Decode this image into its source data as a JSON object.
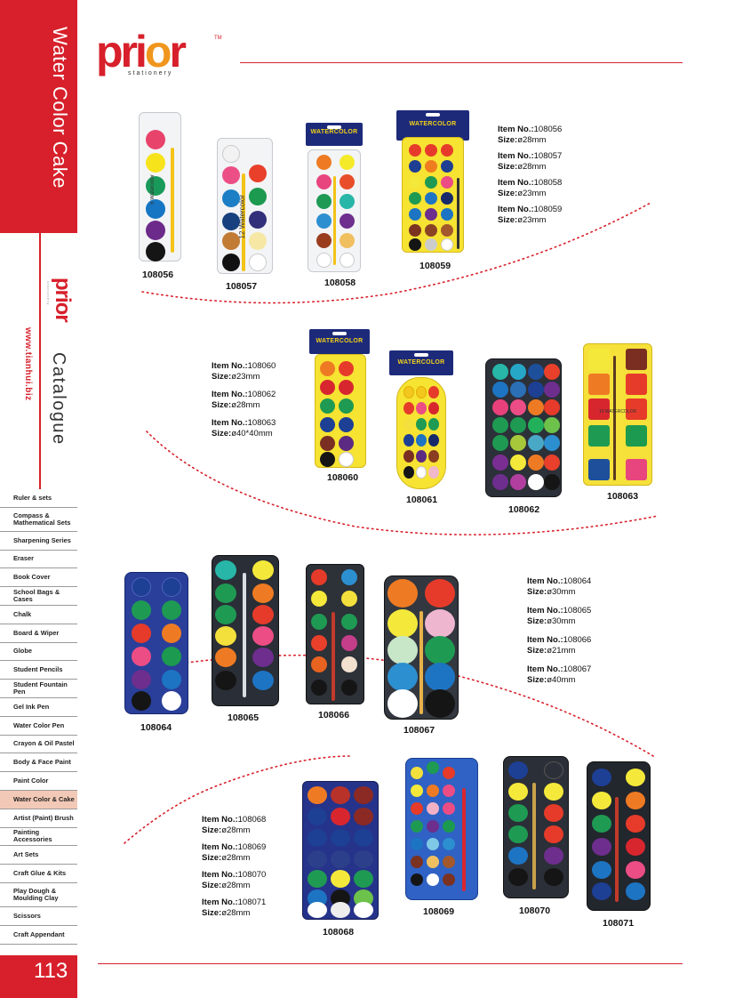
{
  "sidebar": {
    "section_title": "Water Color Cake",
    "brand": "prior",
    "brand_sub": "stationery",
    "website": "www.tianhui.biz",
    "catalogue": "Catalogue",
    "page_number": "113",
    "categories": [
      {
        "label": "Ruler & sets"
      },
      {
        "label": "Compass & Mathematical Sets"
      },
      {
        "label": "Sharpening Series"
      },
      {
        "label": "Eraser"
      },
      {
        "label": "Book Cover"
      },
      {
        "label": "School Bags & Cases"
      },
      {
        "label": "Chalk"
      },
      {
        "label": "Board & Wiper"
      },
      {
        "label": "Globe"
      },
      {
        "label": "Student Pencils"
      },
      {
        "label": "Student Fountain Pen"
      },
      {
        "label": "Gel Ink Pen"
      },
      {
        "label": "Water Color Pen"
      },
      {
        "label": "Crayon & Oil Pastel"
      },
      {
        "label": "Body & Face Paint"
      },
      {
        "label": "Paint Color"
      },
      {
        "label": "Water Color & Cake"
      },
      {
        "label": "Artist (Paint) Brush"
      },
      {
        "label": "Painting Accessories"
      },
      {
        "label": "Art Sets"
      },
      {
        "label": "Craft Glue & Kits"
      },
      {
        "label": "Play Dough & Moulding Clay"
      },
      {
        "label": "Scissors"
      },
      {
        "label": "Craft Appendant"
      }
    ],
    "active_category": "Water Color & Cake"
  },
  "header": {
    "logo_text_a": "pri",
    "logo_text_b": "o",
    "logo_text_c": "r",
    "logo_tm": "TM",
    "logo_sub": "stationery"
  },
  "labels": {
    "item_no": "Item No.:",
    "size": "Size:"
  },
  "packaging_text": "WATERCOLOR",
  "tray_texts": {
    "108056": "6 Watercolor",
    "108057": "12 Watercolor",
    "108063": "10 WATERCOLOR"
  },
  "groups": [
    {
      "specs": [
        {
          "item": "108056",
          "size": "ø28mm"
        },
        {
          "item": "108057",
          "size": "ø28mm"
        },
        {
          "item": "108058",
          "size": "ø23mm"
        },
        {
          "item": "108059",
          "size": "ø23mm"
        }
      ]
    },
    {
      "specs": [
        {
          "item": "108060",
          "size": "ø23mm"
        },
        {
          "item": "108062",
          "size": "ø28mm"
        },
        {
          "item": "108063",
          "size": "ø40*40mm"
        }
      ]
    },
    {
      "specs": [
        {
          "item": "108064",
          "size": "ø30mm"
        },
        {
          "item": "108065",
          "size": "ø30mm"
        },
        {
          "item": "108066",
          "size": "ø21mm"
        },
        {
          "item": "108067",
          "size": "ø40mm"
        }
      ]
    },
    {
      "specs": [
        {
          "item": "108068",
          "size": "ø28mm"
        },
        {
          "item": "108069",
          "size": "ø28mm"
        },
        {
          "item": "108070",
          "size": "ø28mm"
        },
        {
          "item": "108071",
          "size": "ø28mm"
        }
      ]
    }
  ],
  "products": [
    {
      "code": "108056"
    },
    {
      "code": "108057"
    },
    {
      "code": "108058"
    },
    {
      "code": "108059"
    },
    {
      "code": "108060"
    },
    {
      "code": "108061"
    },
    {
      "code": "108062"
    },
    {
      "code": "108063"
    },
    {
      "code": "108064"
    },
    {
      "code": "108065"
    },
    {
      "code": "108066"
    },
    {
      "code": "108067"
    },
    {
      "code": "108068"
    },
    {
      "code": "108069"
    },
    {
      "code": "108070"
    },
    {
      "code": "108071"
    }
  ],
  "colors": {
    "brand_red": "#d7202b",
    "brand_orange": "#f0961e",
    "active_nav_bg": "#f2c9b6"
  }
}
